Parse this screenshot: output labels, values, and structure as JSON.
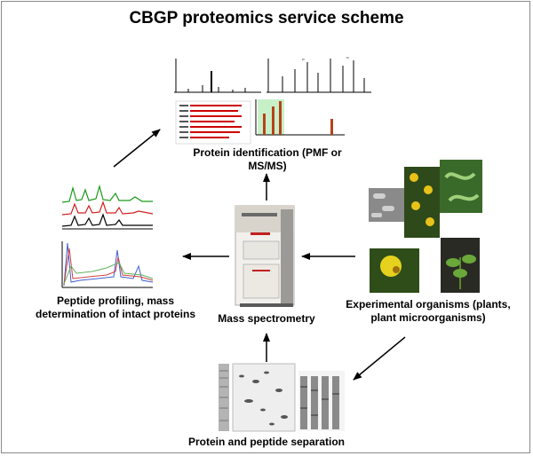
{
  "title": "CBGP proteomics service scheme",
  "labels": {
    "protein_identification": "Protein identification (PMF or MS/MS)",
    "peptide_profiling": "Peptide profiling, mass determination of intact proteins",
    "mass_spectrometry": "Mass spectrometry",
    "experimental_organisms": "Experimental organisms (plants, plant microorganisms)",
    "protein_separation": "Protein and peptide separation"
  }
}
